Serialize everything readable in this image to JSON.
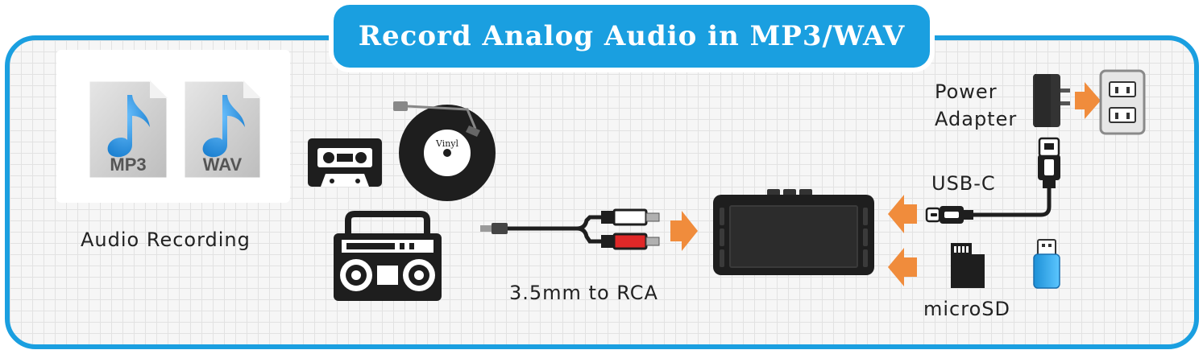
{
  "title": "Record Analog Audio in MP3/WAV",
  "files": [
    {
      "format": "MP3"
    },
    {
      "format": "WAV"
    }
  ],
  "vinyl_label": "Vinyl",
  "labels": {
    "audio_recording": "Audio Recording",
    "cable": "3.5mm to RCA",
    "power_adapter_line1": "Power",
    "power_adapter_line2": "Adapter",
    "usb_c": "USB-C",
    "microsd": "microSD"
  },
  "icons": [
    "mp3-file-icon",
    "wav-file-icon",
    "cassette-tape-icon",
    "vinyl-record-icon",
    "boombox-icon",
    "rca-cable-icon",
    "recorder-device-icon",
    "power-plug-icon",
    "wall-outlet-icon",
    "usb-c-cable-icon",
    "microsd-card-icon",
    "usb-flash-drive-icon",
    "arrow-right-icon",
    "arrow-left-icon"
  ],
  "colors": {
    "accent_blue": "#1a9fe0",
    "arrow_orange": "#f08c3c",
    "note_blue": "#2e8fd6",
    "file_gray": "#c9c9c9",
    "rca_red": "#e02828",
    "usb_drive_blue": "#29a3e6",
    "device_dark": "#1e1e1e"
  }
}
